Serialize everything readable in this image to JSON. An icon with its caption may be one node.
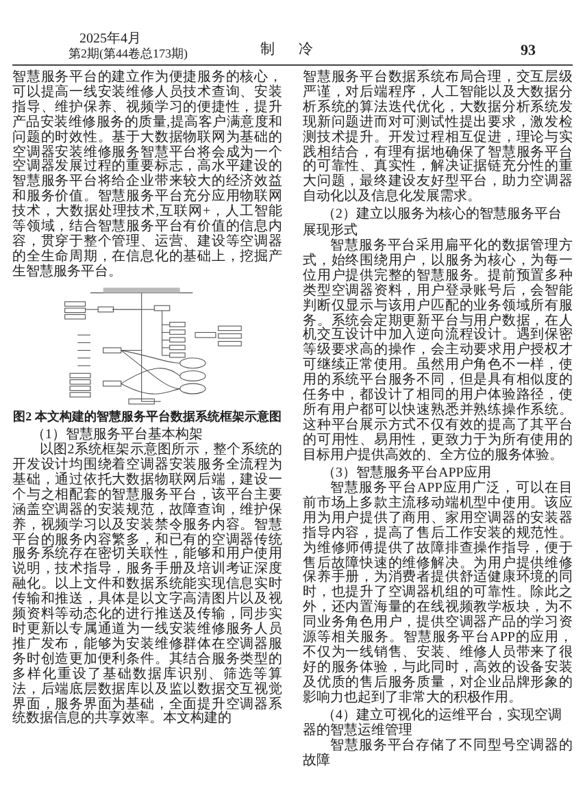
{
  "diagram": {
    "caption": "图2 本文构建的智慧服务平台数据系统框架示意图",
    "labels": [
      "2025年4月",
      "第2期(第44卷总173期)",
      "制冷",
      "93",
      "智慧服务平台的建立作为便捷服务的核心，可以提高一线安装维修人员技术查询、安装指导、维护保养、视频学习的便捷性，提升产品安装维修服务的质量,提高客户满意度和问题的时效性。基于大数据物联网为基础的空调器安装维修服务智慧平台将会成为一个空调器发展过程的重要标志，高水平建设的智慧服务平台将给企业带来较大的经济效益和服务价值。智慧服务平台充分应用物联网技术，大数据处理技术,互联网+，人工智能等领域，结合智慧服务平台有价值的信息内容，贯穿于整个管理、运营、建设等空调器的全生命周期，在信息化的基础上，挖掘产生智慧服务平台。",
      "（1）智慧服务平台基本构架",
      "以图2系统框架示意图所示，整个系统的开发设计均围绕着空调器安装服务全流程为基础，通过依托大数据物联网后端，建设一个与之相配套的智慧服务平台，该平台主要涵盖空调器的安装规范，故障查询，维护保养，视频学习以及安装禁令服务内容。智慧平台的服务内容繁多，和已有的空调器传统服务系统存在密切关联性，能够和用户使用说明，技术指导，服务手册及培训考证深度融化。以上文件和数据系统能实现信息实时传输和推送，具体是以文字高清图片以及视频资料等动态化的进行推送及传输，同步实时更新以专属通道为一线安装维修服务人员推广发布，能够为安装维修群体在空调器服务时创造更加便利条件。其结合服务类型的多样化重设了基础数据库识别、筛选等算法，后端底层数据库以及监以数据交互视觉界面，服务界面为基础，全面提升空调器系统数据信息的共享效率。本文构建的",
      "智慧服务平台数据系统布局合理，交互层级严谨，对后端程序，人工智能以及大数据分析系统的算法迭代优化，大数据分析系统发现新问题进而对可测试性提出要求，激发检测技术提升。开发过程相互促进，理论与实践相结合，有理有据地确保了智慧服务平台的可靠性、真实性，解决证据链充分性的重大问题，最终建设友好型平台，助力空调器自动化以及信息化发展需求。",
      "（2）建立以服务为核心的智慧服务平台展现形式",
      "智慧服务平台采用扁平化的数据管理方式，始终围绕用户，以服务为核心，为每一位用户提供完整的智慧服务。提前预置多种类型空调器资料，用户登录账号后，会智能判断仅显示与该用户匹配的业务领域所有服务。系统会定期更新平台与用户数据，在人机交互设计中加入逆向流程设计。遇到保密等级要求高的操作，会主动要求用户授权才可继续正常使用。虽然用户角色不一样，使用的系统平台服务不同，但是具有相似度的任务中，都设计了相同的用户体验路径，使所有用户都可以快速熟悉并熟练操作系统。这种平台展示方式不仅有效的提高了其平台的可用性、易用性，更致力于为所有使用的目标用户提供高效的、全方位的服务体验。",
      "（3）智慧服务平台APP应用",
      "智慧服务平台APP应用广泛，可以在目前市场上多款主流移动端机型中使用。该应用为用户提供了商用、家用空调器的安装器指导内容，提高了售后工作安装的规范性。为维修师傅提供了故障排查操作指导，便于售后故障快速的维修解决。为用户提供维修保养手册，为消费者提供舒适健康环境的同时，也提升了空调器机组的可靠性。除此之外，还内置海量的在线视频教学板块，为不同业务角色用户，提供空调器产品的学习资源等相关服务。智慧服务平台APP的应用，不仅为一线销售、安装、维修人员带来了很好的服务体验，与此同时，高效的设备安装及优质的售后服务质量，对企业品牌形象的影响力也起到了非常大的积极作用。",
      "（4）建立可视化的运维平台，实现空调器的智慧运维管理",
      "智慧服务平台存储了不同型号空调器的故障"
    ]
  }
}
